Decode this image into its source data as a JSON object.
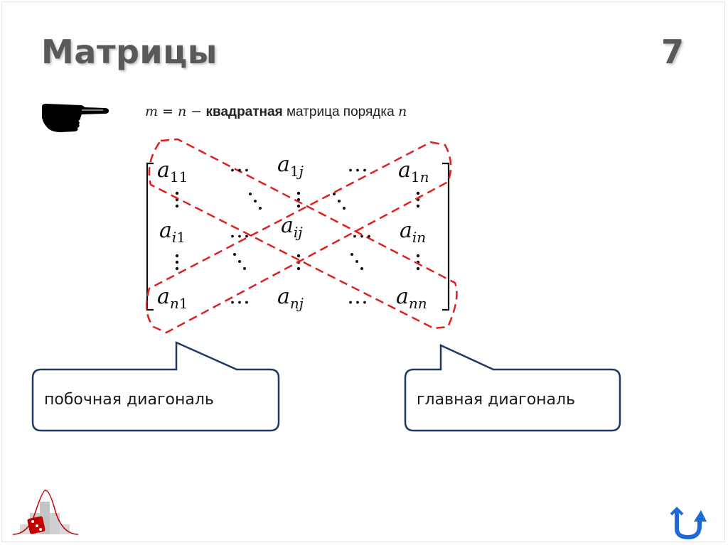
{
  "slide": {
    "title": "Матрицы",
    "page_number": "7"
  },
  "definition": {
    "lhs": "m = n −",
    "bold_term": "квадратная",
    "rest": "матрица порядка",
    "var": "n"
  },
  "matrix": {
    "cells": [
      {
        "sym": "a",
        "sub": "11"
      },
      {
        "sym": "…",
        "sub": ""
      },
      {
        "sym": "a",
        "sub": "1j"
      },
      {
        "sym": "…",
        "sub": ""
      },
      {
        "sym": "a",
        "sub": "1n"
      },
      {
        "sym": "a",
        "sub": "i1"
      },
      {
        "sym": "…",
        "sub": ""
      },
      {
        "sym": "a",
        "sub": "ij"
      },
      {
        "sym": "…",
        "sub": ""
      },
      {
        "sym": "a",
        "sub": "in"
      },
      {
        "sym": "a",
        "sub": "n1"
      },
      {
        "sym": "…",
        "sub": ""
      },
      {
        "sym": "a",
        "sub": "nj"
      },
      {
        "sym": "…",
        "sub": ""
      },
      {
        "sym": "a",
        "sub": "nn"
      }
    ]
  },
  "callouts": {
    "secondary": "побочная диагональ",
    "main": "главная диагональ"
  },
  "colors": {
    "title": "#595959",
    "highlight": "#e02020",
    "callout_border": "#1f3864",
    "nav_icon": "#1e6ad4"
  },
  "icons": {
    "pointer": "pointing-hand-icon",
    "logo": "normal-distribution-dice-logo",
    "nav": "return-arrow-icon"
  }
}
